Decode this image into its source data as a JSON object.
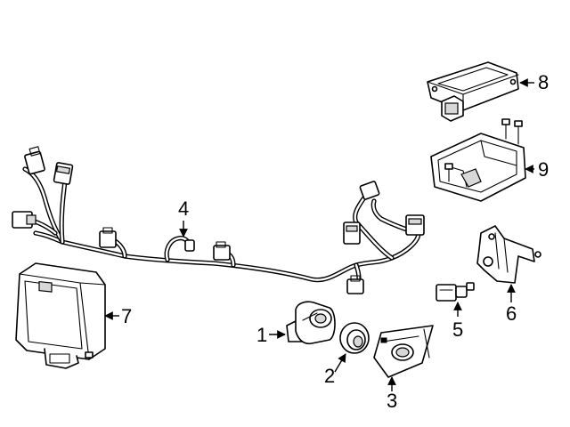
{
  "callouts": {
    "c1": "1",
    "c2": "2",
    "c3": "3",
    "c4": "4",
    "c5": "5",
    "c6": "6",
    "c7": "7",
    "c8": "8",
    "c9": "9"
  },
  "colors": {
    "line": "#000000",
    "fill": "#ffffff",
    "shade": "#d8d8d8"
  }
}
